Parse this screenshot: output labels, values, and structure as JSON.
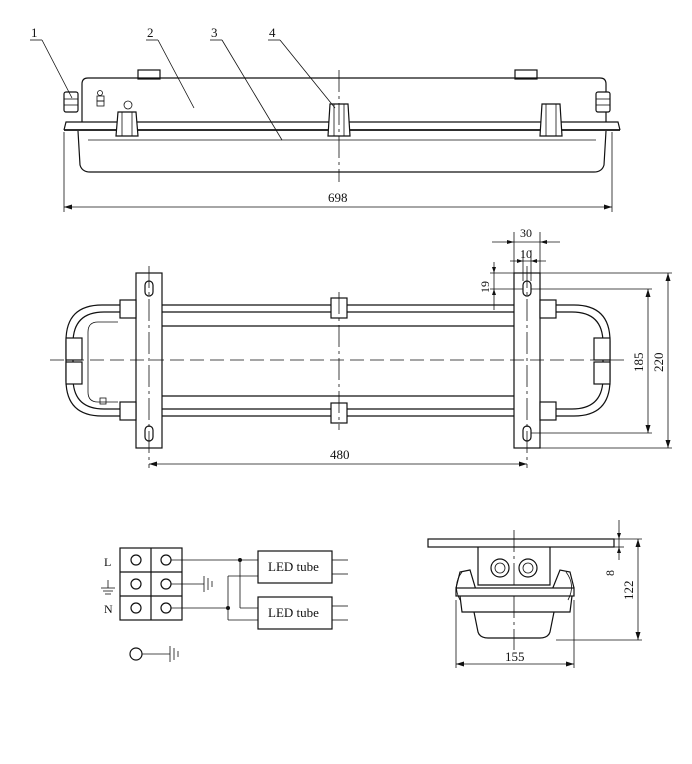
{
  "callouts": [
    "1",
    "2",
    "3",
    "4"
  ],
  "dimensions": {
    "length_overall": "698",
    "mount_spacing": "480",
    "bracket_width": "30",
    "slot_width": "10",
    "slot_offset": "19",
    "slot_pitch": "185",
    "bracket_length": "220",
    "body_width": "155",
    "body_height": "122",
    "flange_thickness": "8"
  },
  "wiring": {
    "terminals": [
      "L",
      "N"
    ],
    "boxes": [
      "LED tube",
      "LED tube"
    ]
  }
}
